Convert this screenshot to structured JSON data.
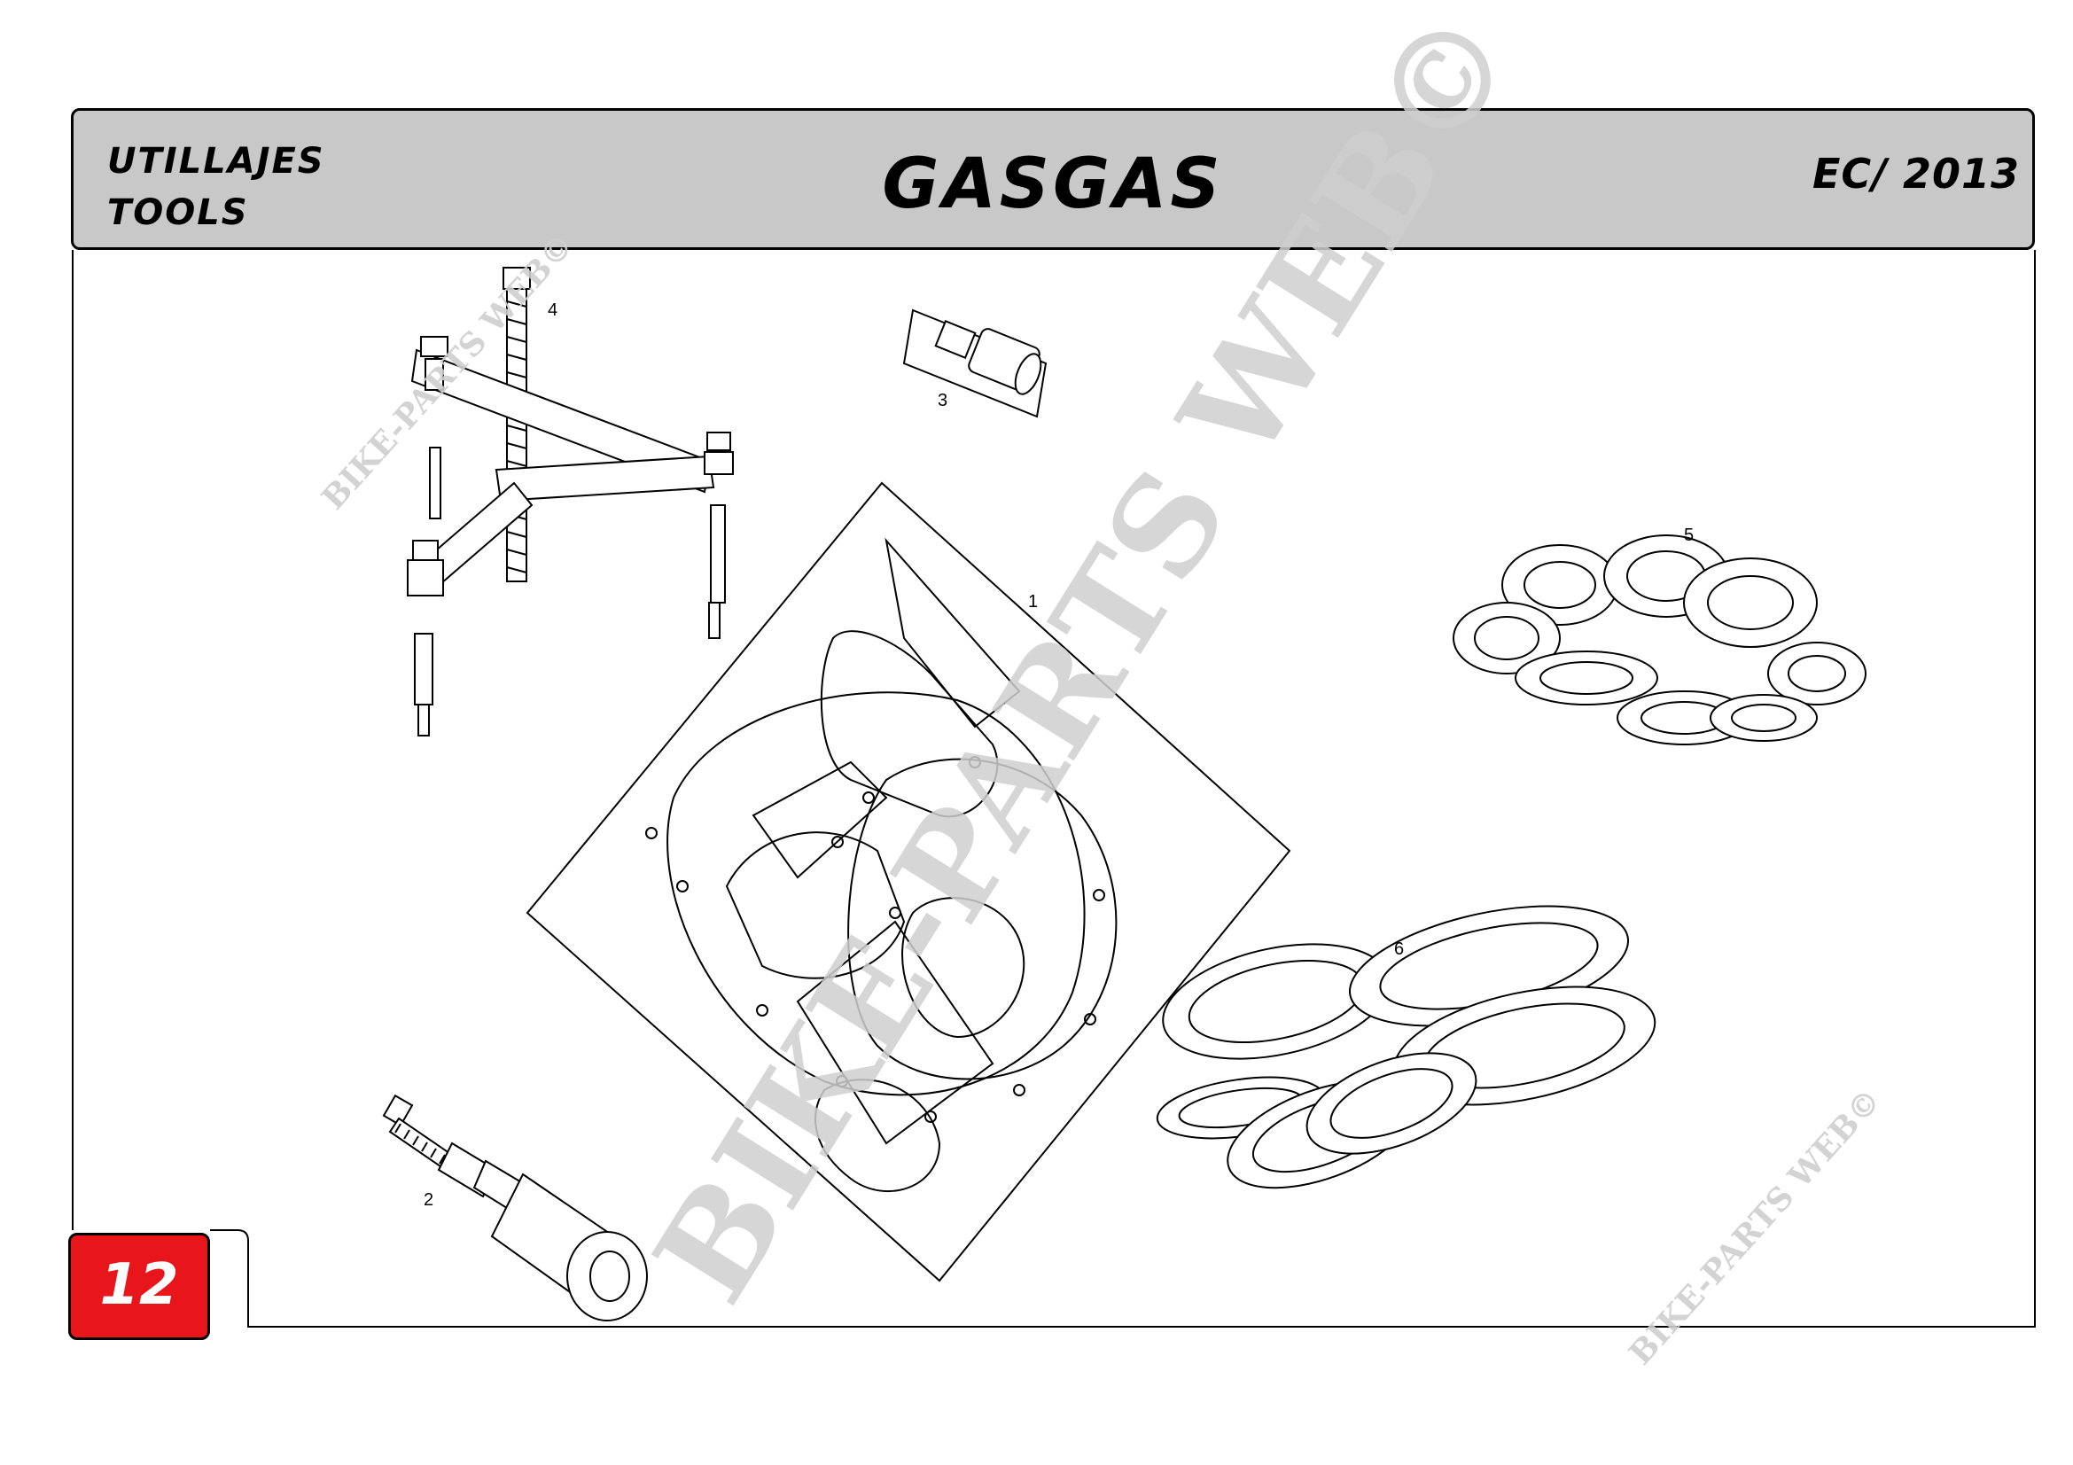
{
  "header": {
    "title_es": "UTILLAJES",
    "title_en": "TOOLS",
    "brand": "GASGAS",
    "model": "EC/ 2013"
  },
  "page_number": "12",
  "callouts": [
    "1",
    "2",
    "3",
    "4",
    "5",
    "6"
  ],
  "watermark": {
    "big": "BIKE-PARTS WEB©",
    "small": "BIKE-PARTS WEB©"
  }
}
